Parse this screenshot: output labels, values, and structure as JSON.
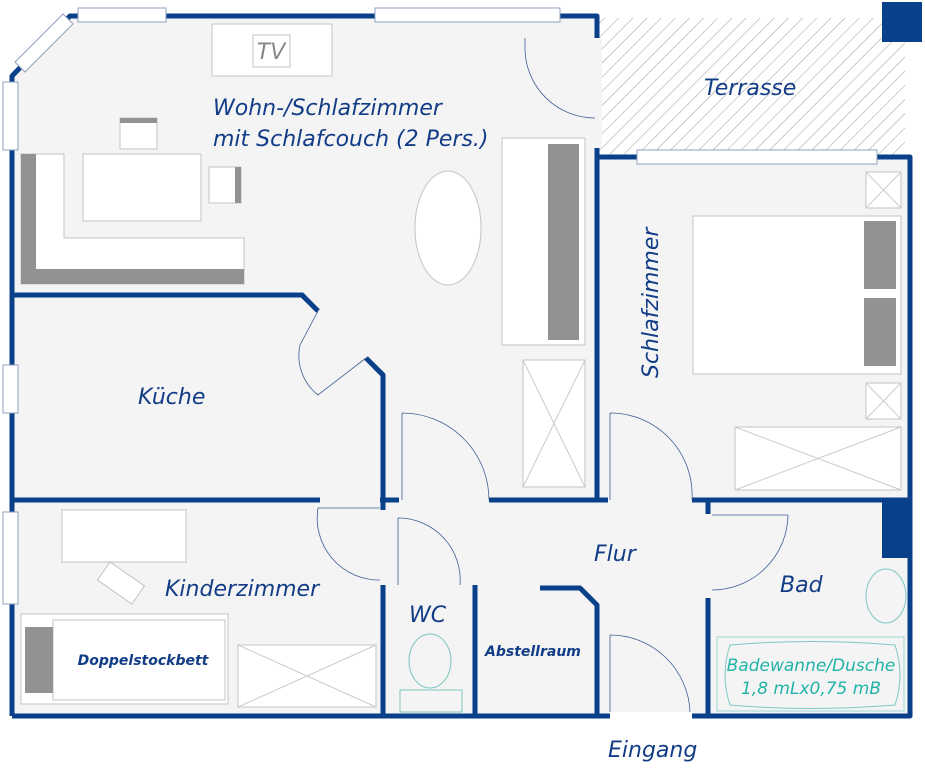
{
  "rooms": {
    "wohn_line1": "Wohn-/Schlafzimmer",
    "wohn_line2": "mit Schlafcouch (2 Pers.)",
    "terrasse": "Terrasse",
    "schlafzimmer": "Schlafzimmer",
    "kueche": "Küche",
    "kinderzimmer": "Kinderzimmer",
    "flur": "Flur",
    "bad": "Bad",
    "wc": "WC",
    "abstellraum": "Abstellraum",
    "eingang": "Eingang"
  },
  "furniture": {
    "tv": "TV",
    "bunk_bed": "Doppelstockbett",
    "bath_line1": "Badewanne/Dusche",
    "bath_line2": "1,8 mLx0,75 mB"
  },
  "colors": {
    "wall": "#0a3f8a",
    "floor": "#f4f4f5",
    "bath": "#22b3a8"
  }
}
